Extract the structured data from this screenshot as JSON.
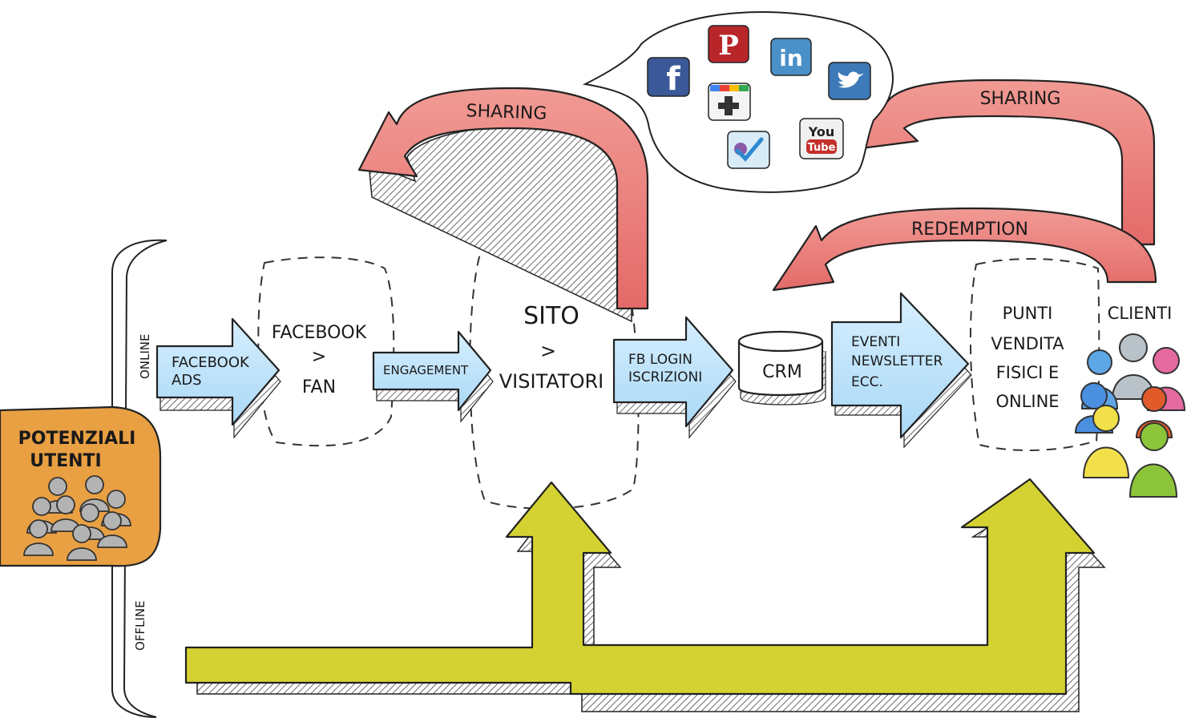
{
  "colors": {
    "blue_arrow": "#bfe3fb",
    "red_arrow": "#e87272",
    "yellow_arrow": "#d4d232",
    "potenziali_box": "#e9a043",
    "gray_people": "#b3b3b3"
  },
  "side": {
    "online": "ONLINE",
    "offline": "OFFLINE"
  },
  "potenziali": {
    "line1": "POTENZIALI",
    "line2": "UTENTI"
  },
  "steps": {
    "facebook_ads": [
      "FACEBOOK",
      "ADS"
    ],
    "facebook_fan": [
      "FACEBOOK",
      ">",
      "FAN"
    ],
    "engagement": "ENGAGEMENT",
    "sito": [
      "SITO",
      ">",
      "VISITATORI"
    ],
    "fb_login": [
      "FB LOGIN",
      "ISCRIZIONI"
    ],
    "crm": "CRM",
    "eventi": [
      "EVENTI",
      "NEWSLETTER",
      "ECC."
    ],
    "punti": [
      "PUNTI",
      "VENDITA",
      "FISICI E",
      "ONLINE"
    ],
    "clienti": "CLIENTI"
  },
  "feedback": {
    "sharing_left": "SHARING",
    "sharing_right": "SHARING",
    "redemption": "REDEMPTION"
  },
  "social_icons": [
    "facebook-icon",
    "pinterest-icon",
    "linkedin-icon",
    "twitter-icon",
    "google-plus-icon",
    "foursquare-icon",
    "youtube-icon"
  ],
  "youtube": {
    "you": "You",
    "tube": "Tube"
  },
  "linkedin": {
    "text": "in"
  }
}
